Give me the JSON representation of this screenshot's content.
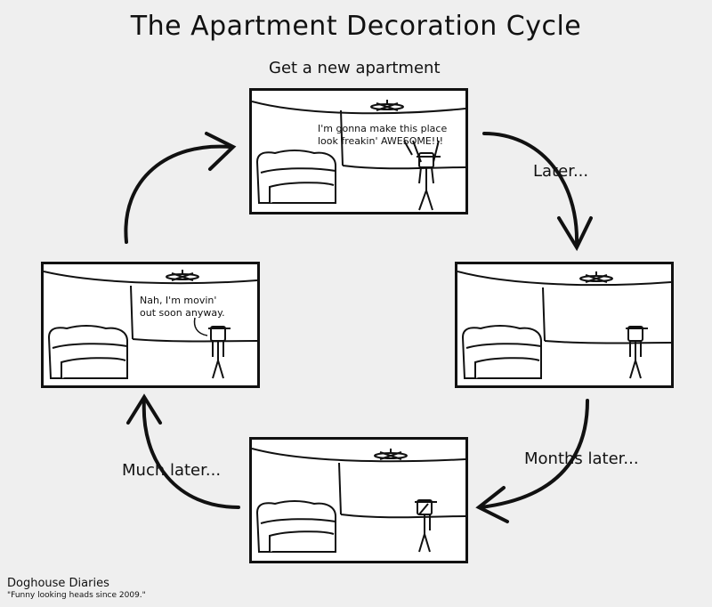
{
  "title": "The Apartment Decoration Cycle",
  "steps": {
    "start": "Get a new apartment",
    "later": "Later...",
    "months_later": "Months later...",
    "much_later": "Much later..."
  },
  "speech": {
    "top_line1": "I'm gonna make this place",
    "top_line2": "look freakin' AWESOME!!!",
    "left_line1": "Nah, I'm movin'",
    "left_line2": "out soon anyway."
  },
  "footer": {
    "name": "Doghouse Diaries",
    "tagline": "\"Funny looking heads since 2009.\""
  }
}
